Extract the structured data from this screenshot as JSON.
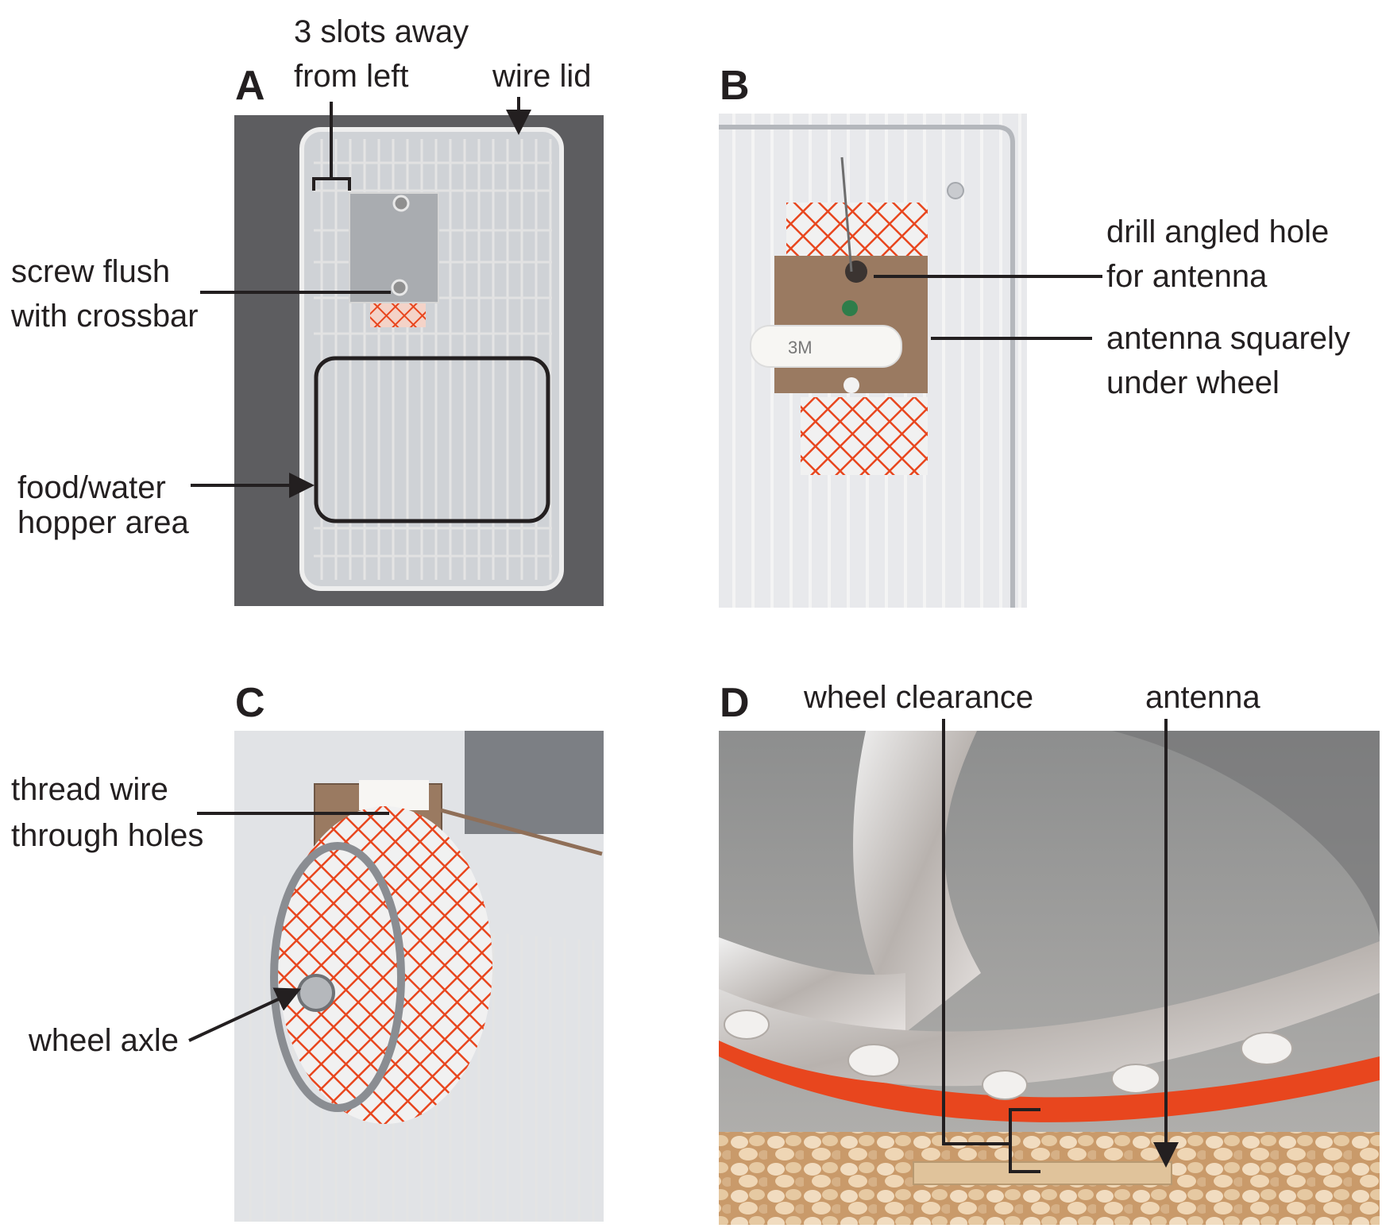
{
  "panels": {
    "a": {
      "letter": "A",
      "slots_line1": "3 slots away",
      "slots_line2": "from left",
      "wire_lid": "wire lid",
      "screw_line1": "screw flush",
      "screw_line2": "with crossbar",
      "food_line1": "food/water",
      "food_line2": "hopper area"
    },
    "b": {
      "letter": "B",
      "drill_line1": "drill angled hole",
      "drill_line2": "for antenna",
      "antenna_line1": "antenna squarely",
      "antenna_line2": "under wheel",
      "sticker_text": "3M"
    },
    "c": {
      "letter": "C",
      "thread_line1": "thread wire",
      "thread_line2": "through holes",
      "axle": "wheel axle"
    },
    "d": {
      "letter": "D",
      "clearance": "wheel clearance",
      "antenna": "antenna"
    }
  },
  "colors": {
    "ink": "#231f20",
    "mesh_orange": "#e8461e",
    "steel": "#c9c9c9",
    "bedding": "#d9b488"
  }
}
